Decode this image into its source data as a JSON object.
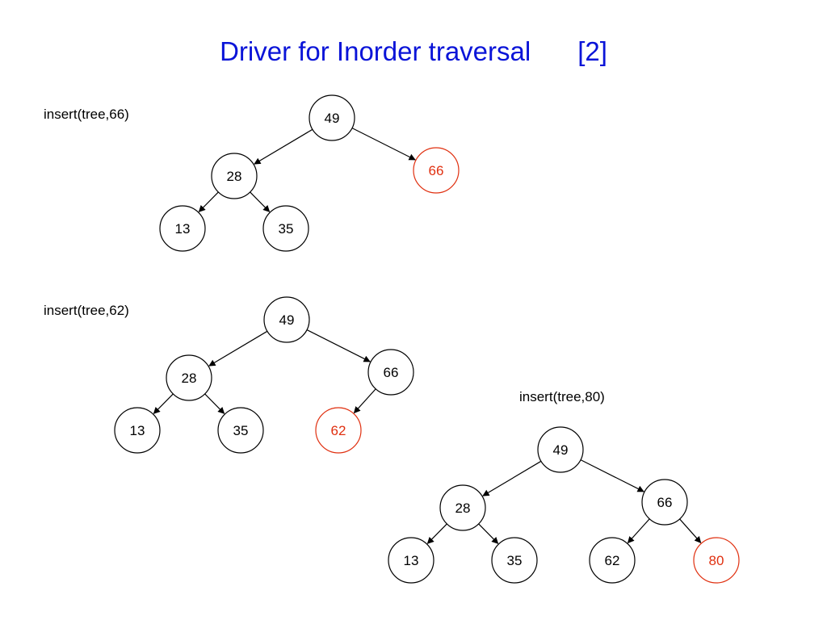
{
  "title": {
    "text": "Driver for Inorder traversal",
    "number": "[2]"
  },
  "colors": {
    "title": "#0a14d8",
    "node_normal": "#000000",
    "node_inserted": "#e03010"
  },
  "diagrams": [
    {
      "operation": "insert(tree,66)",
      "nodes": [
        {
          "id": "n49",
          "value": "49",
          "inserted": false
        },
        {
          "id": "n28",
          "value": "28",
          "inserted": false
        },
        {
          "id": "n66",
          "value": "66",
          "inserted": true
        },
        {
          "id": "n13",
          "value": "13",
          "inserted": false
        },
        {
          "id": "n35",
          "value": "35",
          "inserted": false
        }
      ],
      "edges": [
        [
          "n49",
          "n28"
        ],
        [
          "n49",
          "n66"
        ],
        [
          "n28",
          "n13"
        ],
        [
          "n28",
          "n35"
        ]
      ]
    },
    {
      "operation": "insert(tree,62)",
      "nodes": [
        {
          "id": "n49",
          "value": "49",
          "inserted": false
        },
        {
          "id": "n28",
          "value": "28",
          "inserted": false
        },
        {
          "id": "n66",
          "value": "66",
          "inserted": false
        },
        {
          "id": "n13",
          "value": "13",
          "inserted": false
        },
        {
          "id": "n35",
          "value": "35",
          "inserted": false
        },
        {
          "id": "n62",
          "value": "62",
          "inserted": true
        }
      ],
      "edges": [
        [
          "n49",
          "n28"
        ],
        [
          "n49",
          "n66"
        ],
        [
          "n28",
          "n13"
        ],
        [
          "n28",
          "n35"
        ],
        [
          "n66",
          "n62"
        ]
      ]
    },
    {
      "operation": "insert(tree,80)",
      "nodes": [
        {
          "id": "n49",
          "value": "49",
          "inserted": false
        },
        {
          "id": "n28",
          "value": "28",
          "inserted": false
        },
        {
          "id": "n66",
          "value": "66",
          "inserted": false
        },
        {
          "id": "n13",
          "value": "13",
          "inserted": false
        },
        {
          "id": "n35",
          "value": "35",
          "inserted": false
        },
        {
          "id": "n62",
          "value": "62",
          "inserted": false
        },
        {
          "id": "n80",
          "value": "80",
          "inserted": true
        }
      ],
      "edges": [
        [
          "n49",
          "n28"
        ],
        [
          "n49",
          "n66"
        ],
        [
          "n28",
          "n13"
        ],
        [
          "n28",
          "n35"
        ],
        [
          "n66",
          "n62"
        ],
        [
          "n66",
          "n80"
        ]
      ]
    }
  ]
}
